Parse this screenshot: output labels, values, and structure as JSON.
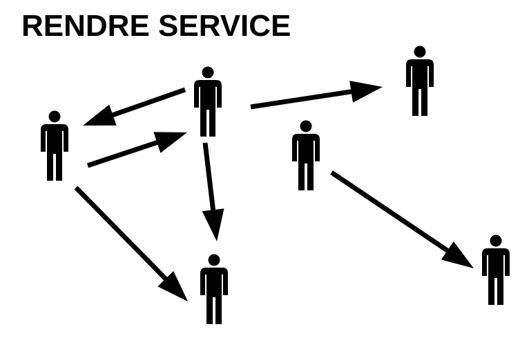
{
  "title": "RENDRE SERVICE",
  "colors": {
    "ink": "#000000",
    "background": "#ffffff"
  },
  "diagram": {
    "people": [
      {
        "id": "person-left"
      },
      {
        "id": "person-top-center"
      },
      {
        "id": "person-top-right"
      },
      {
        "id": "person-middle-right"
      },
      {
        "id": "person-bottom-center"
      },
      {
        "id": "person-bottom-right"
      }
    ],
    "arrows": [
      {
        "from": "person-top-center",
        "to": "person-left"
      },
      {
        "from": "person-left",
        "to": "person-top-center"
      },
      {
        "from": "person-top-center",
        "to": "person-top-right"
      },
      {
        "from": "person-top-center",
        "to": "person-bottom-center"
      },
      {
        "from": "person-left",
        "to": "person-bottom-center"
      },
      {
        "from": "person-middle-right",
        "to": "person-bottom-right"
      }
    ]
  }
}
